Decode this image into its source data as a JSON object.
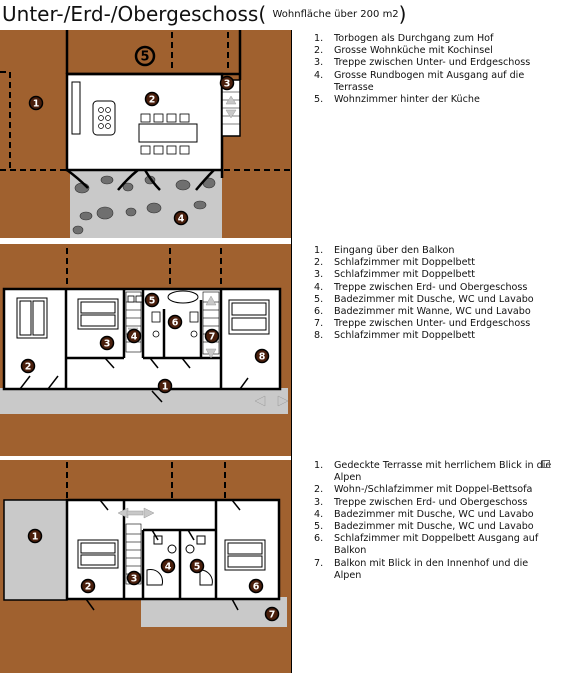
{
  "header": {
    "title": "Unter-/Erd-/Obergeschoss",
    "open_paren": "(",
    "subtitle": "Wohnfläche über 200 m2",
    "close_paren": ")"
  },
  "colors": {
    "ground": "#a0612f",
    "interior": "#ffffff",
    "terrace": "#c9c9c9",
    "wall": "#000000",
    "marker_fill": "#4a1f0c",
    "arrow": "#c8c8c8"
  },
  "floors": [
    {
      "name": "untergeschoss",
      "markers": [
        "1",
        "2",
        "3",
        "4",
        "5"
      ],
      "legend": [
        {
          "num": "1.",
          "text": "Torbogen als Durchgang zum Hof"
        },
        {
          "num": "2.",
          "text": "Grosse Wohnküche mit Kochinsel"
        },
        {
          "num": "3.",
          "text": "Treppe zwischen Unter- und Erdgeschoss"
        },
        {
          "num": "4.",
          "text": "Grosse Rundbogen mit Ausgang auf die Terrasse"
        },
        {
          "num": "5.",
          "text": "Wohnzimmer hinter der Küche"
        }
      ]
    },
    {
      "name": "erdgeschoss",
      "markers": [
        "1",
        "2",
        "3",
        "4",
        "5",
        "6",
        "7",
        "8"
      ],
      "legend": [
        {
          "num": "1.",
          "text": "Eingang über den Balkon"
        },
        {
          "num": "2.",
          "text": "Schlafzimmer mit Doppelbett"
        },
        {
          "num": "3.",
          "text": "Schlafzimmer mit Doppelbett"
        },
        {
          "num": "4.",
          "text": "Treppe zwischen Erd- und Obergeschoss"
        },
        {
          "num": "5.",
          "text": "Badezimmer mit Dusche, WC und Lavabo"
        },
        {
          "num": "6.",
          "text": "Badezimmer mit Wanne, WC und Lavabo"
        },
        {
          "num": "7.",
          "text": "Treppe zwischen Unter- und Erdgeschoss"
        },
        {
          "num": "8.",
          "text": "Schlafzimmer mit Doppelbett"
        }
      ]
    },
    {
      "name": "obergeschoss",
      "markers": [
        "1",
        "2",
        "3",
        "4",
        "5",
        "6",
        "7"
      ],
      "legend": [
        {
          "num": "1.",
          "text": "Gedeckte Terrasse mit herrlichem Blick in die Alpen"
        },
        {
          "num": "2.",
          "text": "Wohn-/Schlafzimmer mit Doppel-Bettsofa"
        },
        {
          "num": "3.",
          "text": "Treppe zwischen Erd- und Obergeschoss"
        },
        {
          "num": "4.",
          "text": "Badezimmer mit Dusche, WC und Lavabo"
        },
        {
          "num": "5.",
          "text": "Badezimmer mit Dusche, WC und Lavabo"
        },
        {
          "num": "6.",
          "text": "Schlafzimmer mit Doppelbett Ausgang auf Balkon"
        },
        {
          "num": "7.",
          "text": "Balkon mit Blick in den Innenhof und die Alpen"
        }
      ]
    }
  ]
}
